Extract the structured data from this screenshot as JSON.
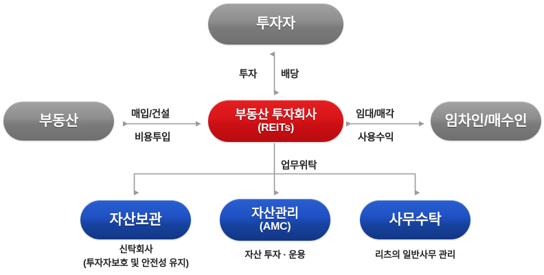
{
  "diagram": {
    "title": "REITs Structure Diagram",
    "colors": {
      "gray_node": "#8e8e8e",
      "red_node": "#d8151a",
      "blue_node": "#1f51c4",
      "arrow": "#9a9a9a",
      "text": "#231f20",
      "background": "#ffffff"
    }
  },
  "nodes": {
    "investor": {
      "label": "투자자"
    },
    "real_estate": {
      "label": "부동산"
    },
    "reits": {
      "label": "부동산 투자회사",
      "sublabel": "(REITs)"
    },
    "tenant_buyer": {
      "label": "임차인/매수인"
    },
    "asset_custody": {
      "label": "자산보관",
      "caption_line1": "신탁회사",
      "caption_line2": "(투자자보호 및 안전성 유지)"
    },
    "asset_management": {
      "label": "자산관리",
      "sublabel": "(AMC)",
      "caption_line1": "자산 투자 · 운용"
    },
    "office_trust": {
      "label": "사무수탁",
      "caption_line1": "리츠의 일반사무 관리"
    }
  },
  "edges": {
    "invest": {
      "label": "투자"
    },
    "dividend": {
      "label": "배당"
    },
    "purchase_construction": {
      "label": "매입/건설"
    },
    "cost_input": {
      "label": "비용투입"
    },
    "lease_sale": {
      "label": "임대/매각"
    },
    "usage_profit": {
      "label": "사용수익"
    },
    "delegation": {
      "label": "업무위탁"
    }
  }
}
